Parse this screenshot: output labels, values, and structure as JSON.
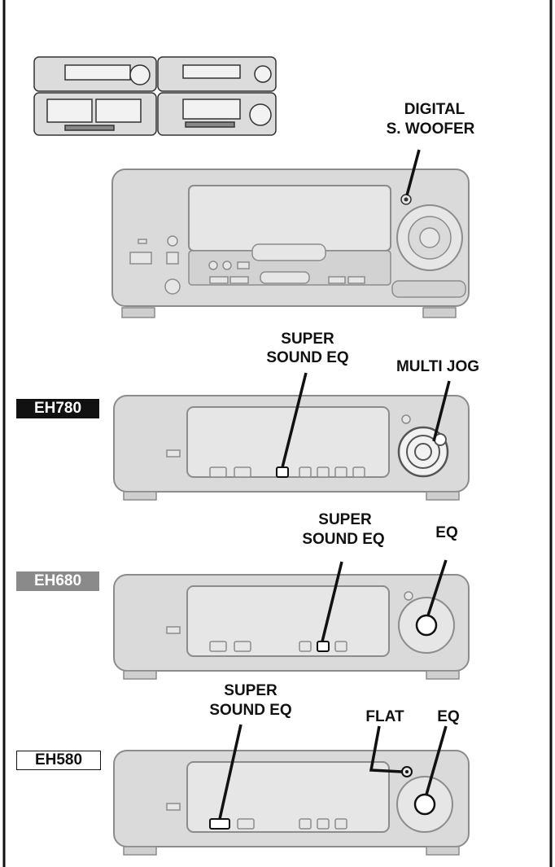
{
  "labels": {
    "digital_woofer_1": "DIGITAL",
    "digital_woofer_2": "S. WOOFER",
    "super_sound_eq_1": "SUPER",
    "super_sound_eq_2": "SOUND EQ",
    "multi_jog": "MULTI JOG",
    "eq": "EQ",
    "flat": "FLAT"
  },
  "models": {
    "eh780": "EH780",
    "eh680": "EH680",
    "eh580": "EH580"
  },
  "colors": {
    "panel_fill": "#d9d9d9",
    "panel_stroke": "#8c8c8c",
    "line": "#111111",
    "eh680_badge": "#8a8a8a"
  }
}
